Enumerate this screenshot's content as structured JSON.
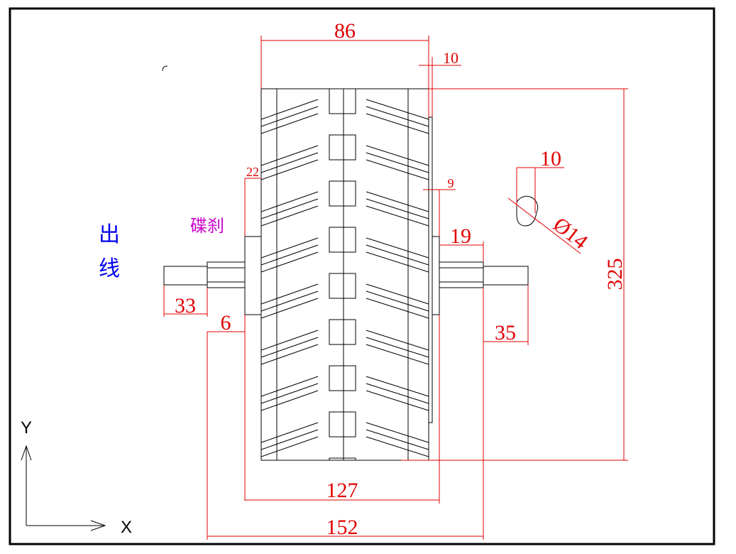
{
  "labels": {
    "outlet": [
      "出",
      "线"
    ],
    "disc_brake": "碟刹",
    "axis_x": "X",
    "axis_y": "Y"
  },
  "dimensions": {
    "tire_width": "86",
    "rim_offset": "10",
    "hole_offset": "10",
    "hole_diameter": "Ø14",
    "height": "325",
    "brake_flange": "22",
    "right_flange": "9",
    "right_hub": "19",
    "left_shaft": "33",
    "left_step": "6",
    "right_shaft": "35",
    "flange_span": "127",
    "overall_span": "152"
  },
  "colors": {
    "dimension": "#e00000",
    "outlet_label": "#0000ee",
    "brake_label": "#cc00cc",
    "outline": "#000000"
  }
}
